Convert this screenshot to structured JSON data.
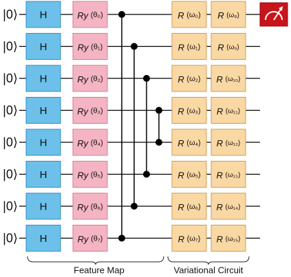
{
  "circuit": {
    "qubit_count": 8,
    "ket_label": "|0⟩",
    "hadamard_label": "H",
    "ry_prefix": "Ry",
    "ry_params": [
      "θ₀",
      "θ₁",
      "θ₂",
      "θ₃",
      "θ₄",
      "θ₅",
      "θ₆",
      "θ₇"
    ],
    "r_prefix": "R",
    "r_col1_params": [
      "ω₀",
      "ω₁",
      "ω₂",
      "ω₃",
      "ω₄",
      "ω₅",
      "ω₆",
      "ω₇"
    ],
    "r_col2_params": [
      "ω₈",
      "ω₉",
      "ω₁₀",
      "ω₁₁",
      "ω₁₂",
      "ω₁₃",
      "ω₁₄",
      "ω₁₅"
    ],
    "entanglers": [
      [
        0,
        7
      ],
      [
        1,
        6
      ],
      [
        2,
        5
      ],
      [
        3,
        4
      ]
    ],
    "measured_qubit": 0,
    "feature_map_label": "Feature Map",
    "variational_label": "Variational Circuit",
    "colors": {
      "hadamard_fill": "#6cc0ea",
      "hadamard_stroke": "#3a8bbd",
      "ry_fill": "#f5b4c4",
      "ry_stroke": "#cf7f94",
      "r_fill": "#fad8a4",
      "r_stroke": "#c99e5d",
      "meter_fill": "#c8141b",
      "wire": "#000000"
    }
  }
}
